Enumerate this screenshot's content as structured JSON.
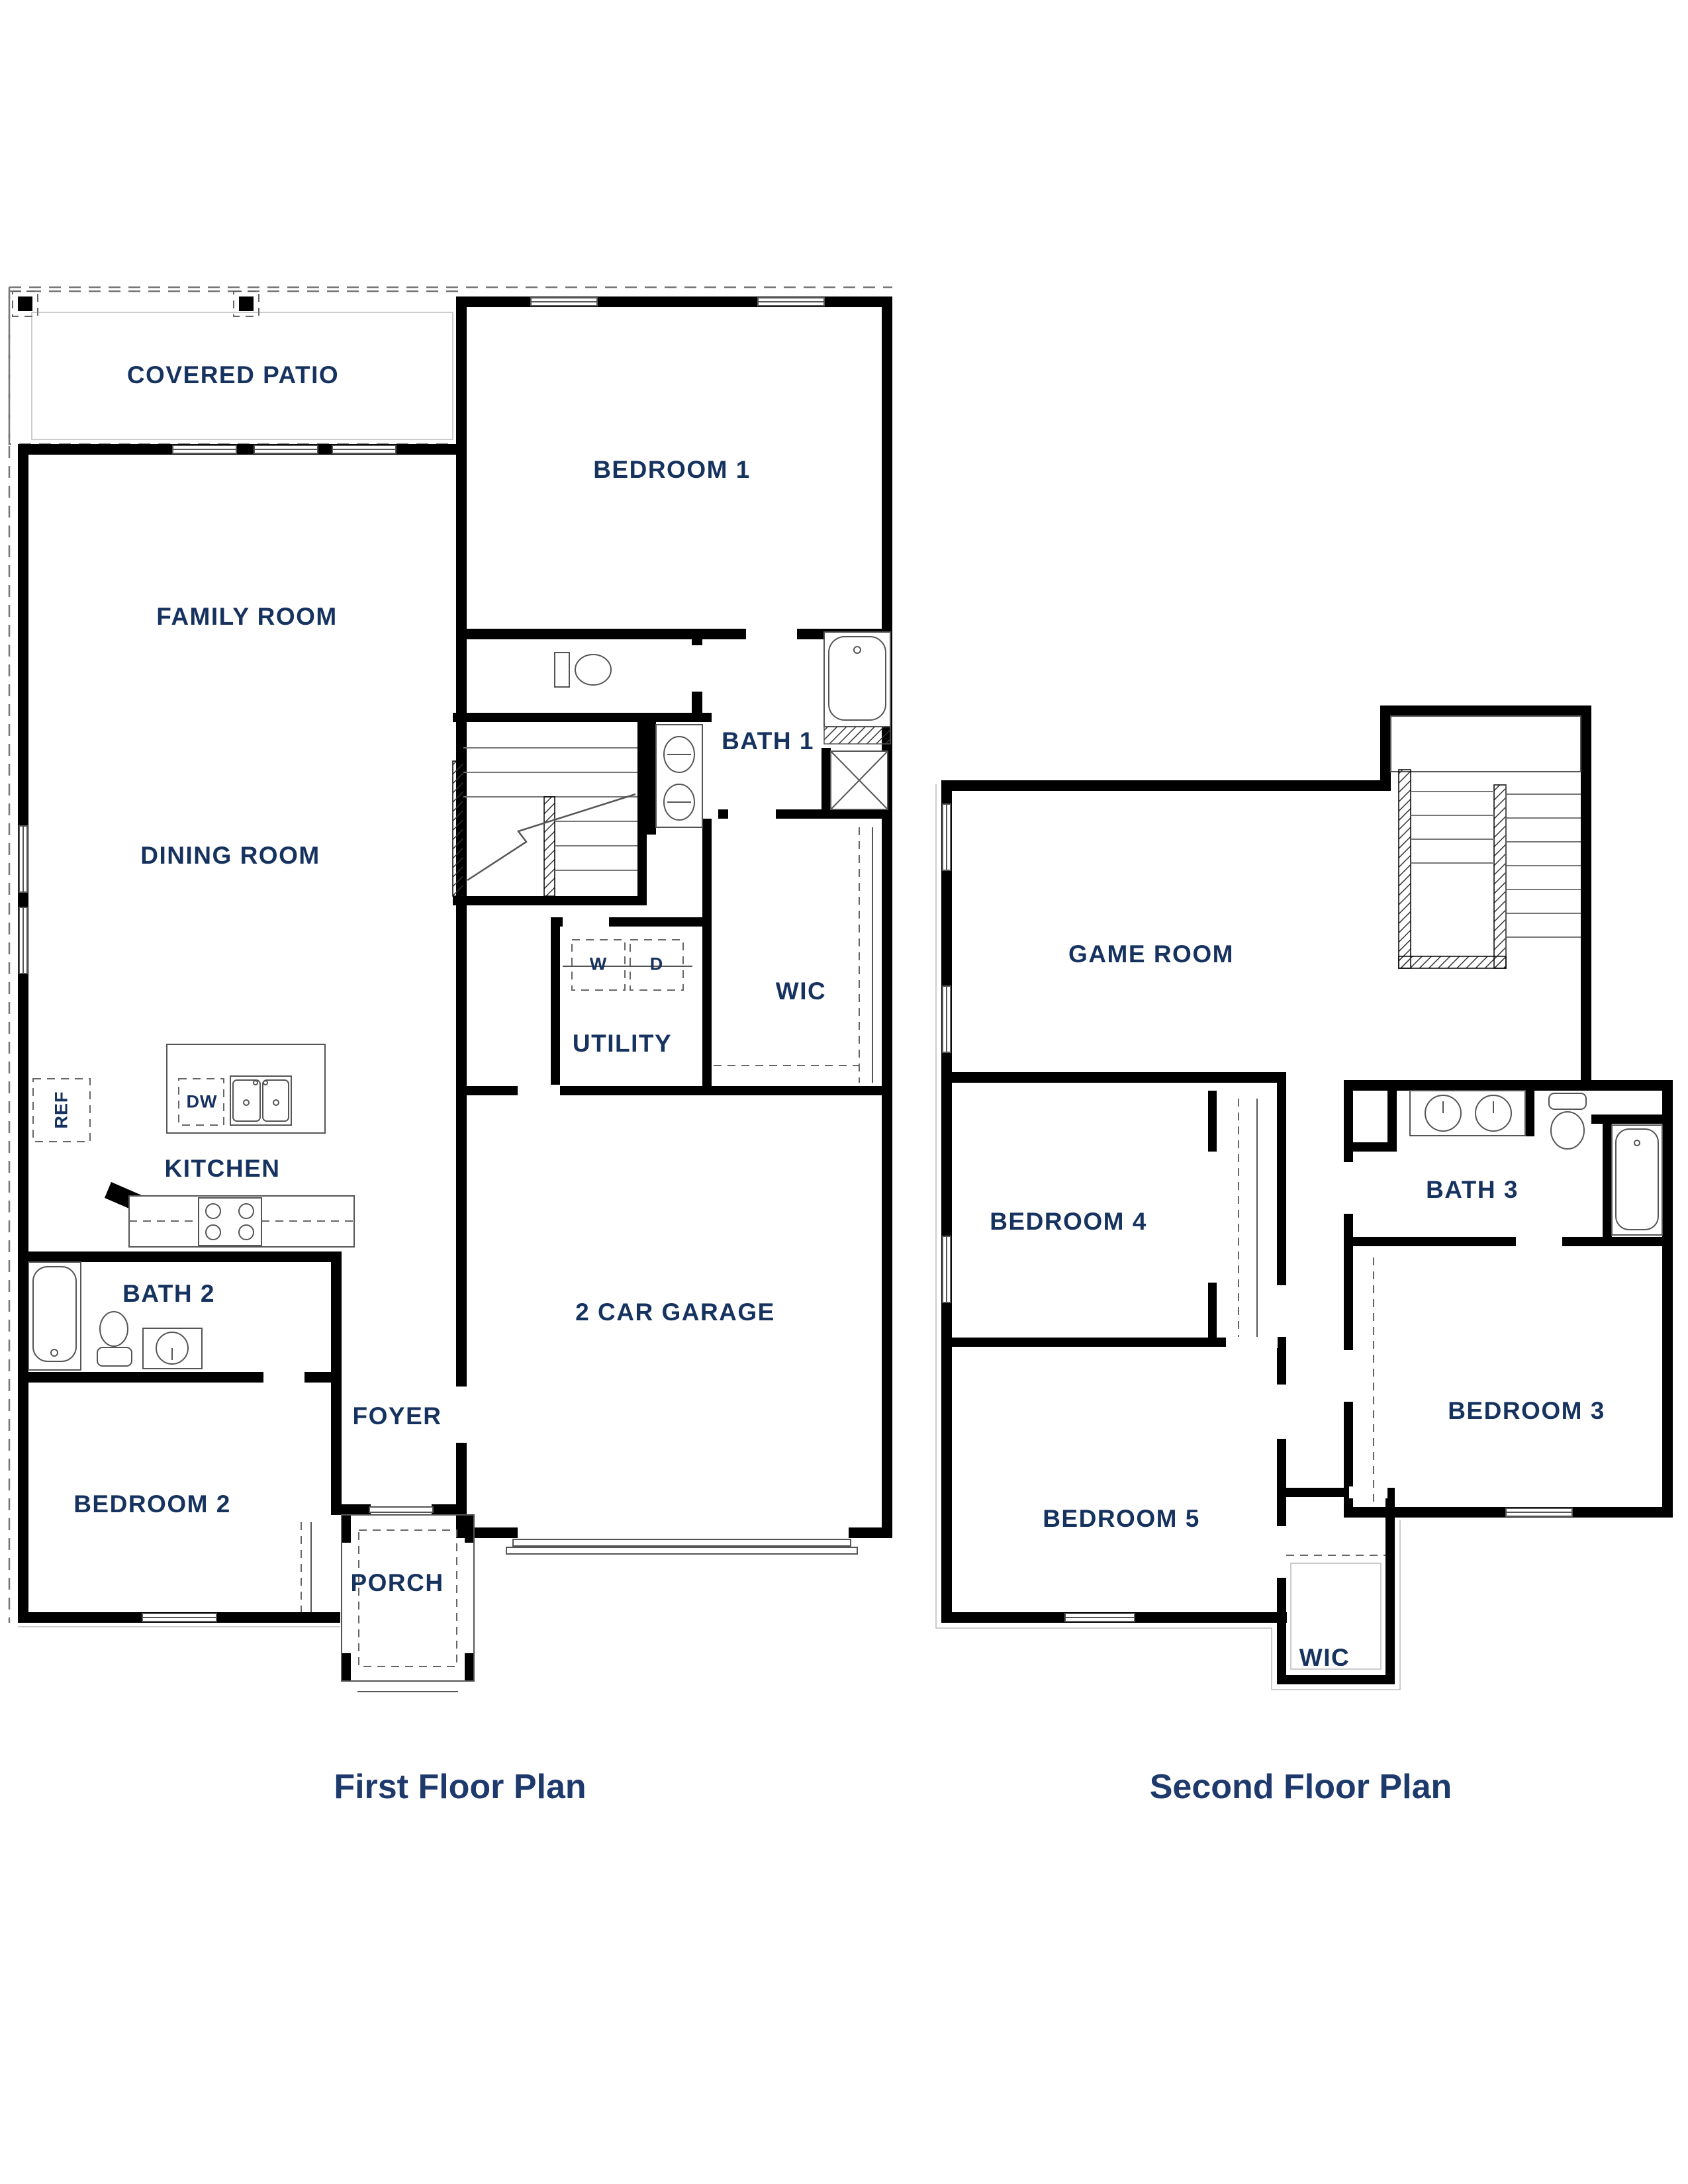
{
  "colors": {
    "label": "#16325f",
    "caption": "#1e3a6d",
    "wall": "#000000",
    "background": "#ffffff"
  },
  "first_floor": {
    "caption": "First Floor Plan",
    "rooms": {
      "covered_patio": "COVERED PATIO",
      "bedroom1": "BEDROOM 1",
      "family_room": "FAMILY ROOM",
      "bath1": "BATH 1",
      "dining_room": "DINING ROOM",
      "wic": "WIC",
      "utility": "UTILITY",
      "kitchen": "KITCHEN",
      "bath2": "BATH 2",
      "garage": "2 CAR GARAGE",
      "foyer": "FOYER",
      "bedroom2": "BEDROOM 2",
      "porch": "PORCH"
    },
    "appliances": {
      "washer": "W",
      "dryer": "D",
      "dishwasher": "DW",
      "refrigerator": "REF"
    }
  },
  "second_floor": {
    "caption": "Second Floor Plan",
    "rooms": {
      "game_room": "GAME ROOM",
      "bedroom4": "BEDROOM 4",
      "bath3": "BATH 3",
      "bedroom3": "BEDROOM 3",
      "bedroom5": "BEDROOM 5",
      "wic": "WIC"
    }
  }
}
